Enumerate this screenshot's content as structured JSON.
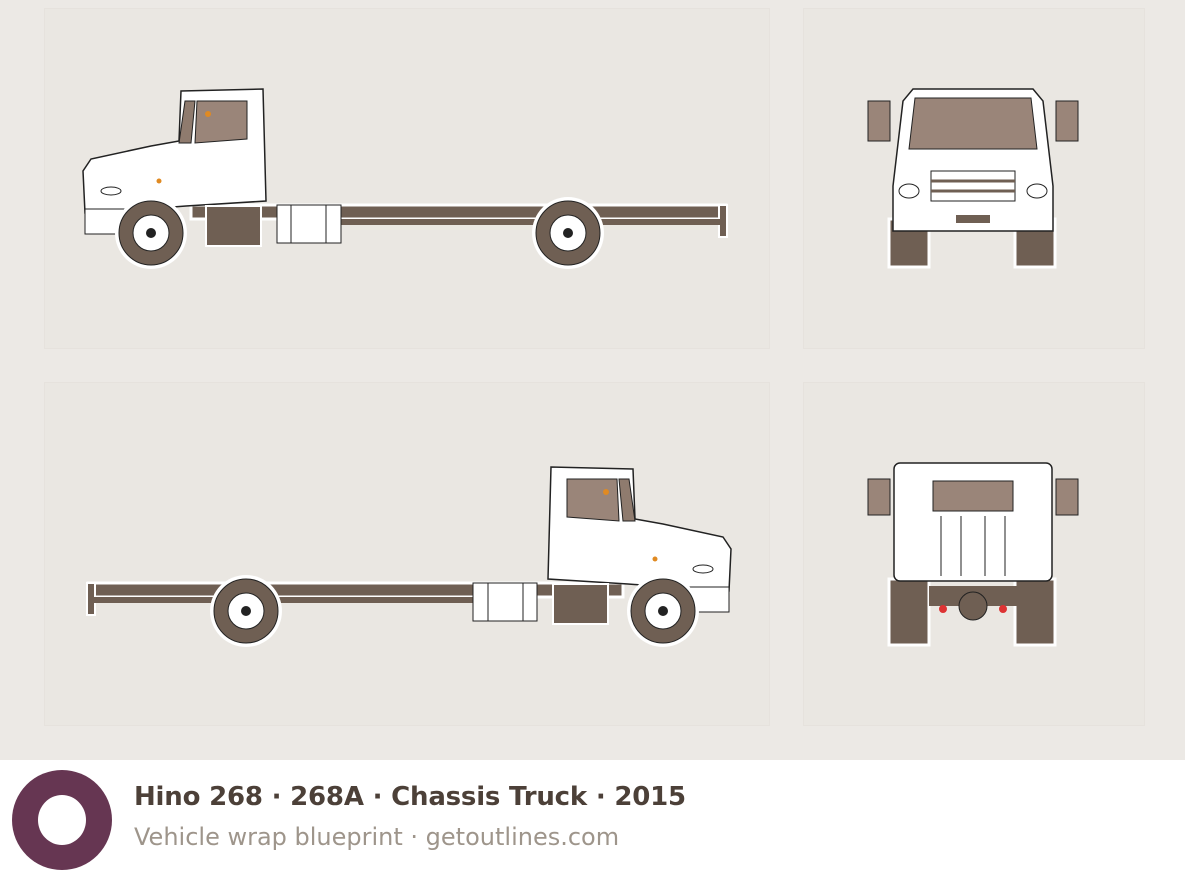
{
  "footer": {
    "title": "Hino 268 · 268A · Chassis Truck · 2015",
    "subtitle": "Vehicle wrap blueprint · getoutlines.com"
  },
  "views": [
    "left-side-view",
    "front-view",
    "right-side-view",
    "rear-view"
  ],
  "colors": {
    "background": "#ece9e5",
    "chassis_brown": "#6f5f53",
    "glass_brown": "#9a8579",
    "body_white": "#ffffff",
    "logo_purple": "#663652",
    "title_text": "#4c4038",
    "subtitle_text": "#9e958b"
  }
}
